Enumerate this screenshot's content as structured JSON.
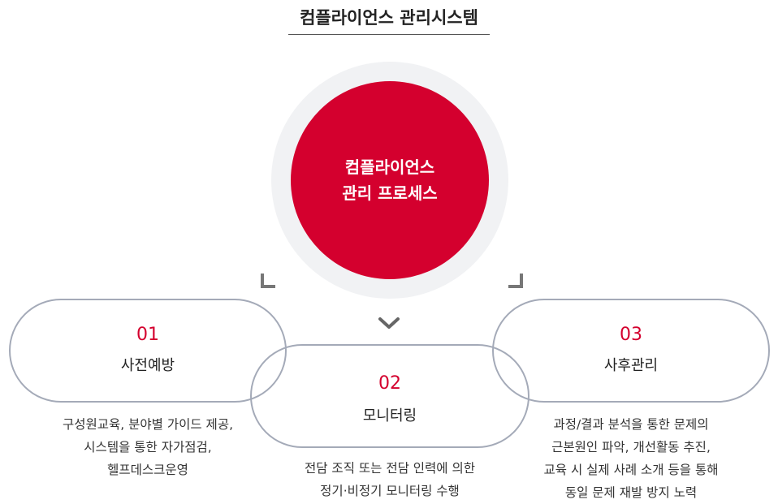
{
  "title": "컴플라이언스 관리시스템",
  "core": {
    "line1": "컴플라이언스",
    "line2": "관리 프로세스"
  },
  "steps": [
    {
      "number": "01",
      "label": "사전예방",
      "description": [
        "구성원교육, 분야별 가이드 제공,",
        "시스템을 통한 자가점검,",
        "헬프데스크운영"
      ]
    },
    {
      "number": "02",
      "label": "모니터링",
      "description": [
        "전담 조직 또는 전담 인력에 의한",
        "정기·비정기 모니터링 수행"
      ]
    },
    {
      "number": "03",
      "label": "사후관리",
      "description": [
        "과정/결과 분석을 통한 문제의",
        "근본원인 파악, 개선활동 추진,",
        "교육 시 실제 사례 소개 등을 통해",
        "동일 문제 재발 방지 노력"
      ]
    }
  ],
  "colors": {
    "accent": "#d4002e",
    "pill_border": "#a4aab8",
    "ring": "#f1f2f4"
  },
  "icons": {
    "bracket_left": "corner-bracket-icon",
    "bracket_right": "corner-bracket-icon",
    "arrow": "chevron-down-icon"
  }
}
